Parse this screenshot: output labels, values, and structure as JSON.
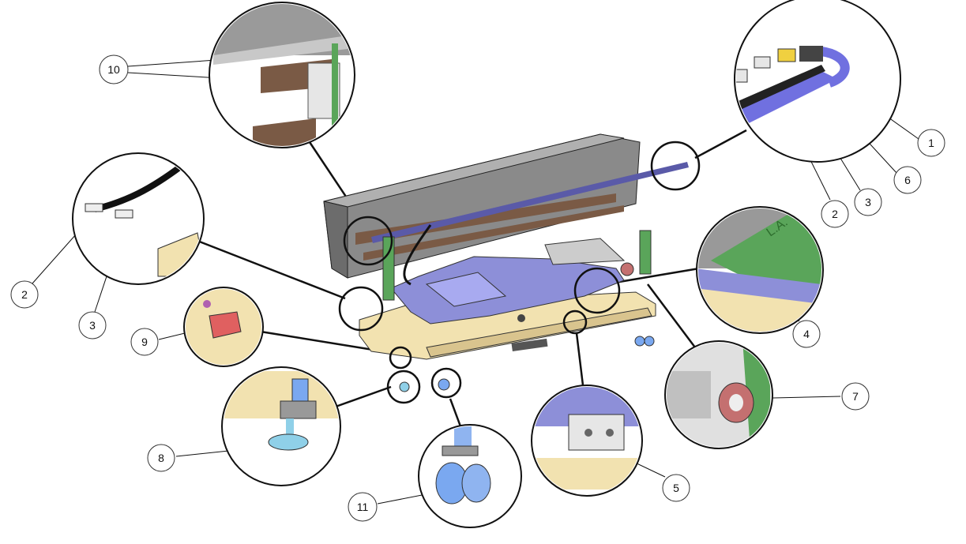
{
  "diagram": {
    "callouts": {
      "c10": "10",
      "c1": "1",
      "c6": "6",
      "c3a": "3",
      "c2a": "2",
      "c2b": "2",
      "c3b": "3",
      "c9": "9",
      "c4": "4",
      "c7": "7",
      "c8": "8",
      "c5": "5",
      "c11": "11"
    },
    "part_marking": "L.A.",
    "colors": {
      "frame_yellow": "#f2e2b0",
      "arm_purple": "#8d8fd8",
      "cover_gray": "#8a8a8a",
      "green": "#5aa55a",
      "rail_brown": "#7a5a45",
      "wheel_blue": "#7aa8f0",
      "foot_cyan": "#8fd0e8",
      "roller_red": "#c47070"
    }
  }
}
